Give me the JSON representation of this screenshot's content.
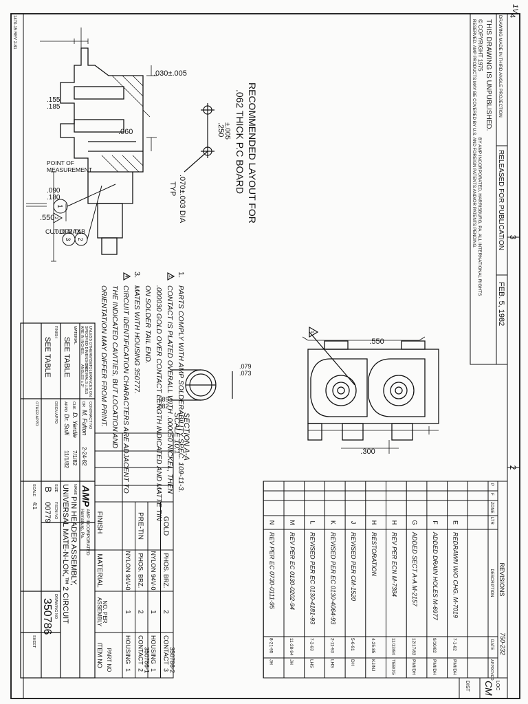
{
  "sheet": {
    "zone_numbers": {
      "z2": "2",
      "z3": "3",
      "z4": "4"
    },
    "loc": {
      "label": "LOC",
      "value": "CM",
      "dist": "DIST"
    },
    "ref_note": "750-232",
    "corner_note": "1V",
    "form_number": "1470-15 REV 2-81"
  },
  "header_block": {
    "projection_note": "DRAWING MADE IN THIRD ANGLE PROJECTION",
    "unpublished": "THIS DRAWING IS UNPUBLISHED.",
    "released": "RELEASED FOR PUBLICATION",
    "release_date": "FEB. 5, 1982",
    "copyright_line": "© COPYRIGHT 1975",
    "amp_line": "BY AMP INCORPORATED, HARRISBURG, PA.  ALL INTERNATIONAL RIGHTS",
    "reserved_line": "RESERVED.  AMP PRODUCTS MAY BE COVERED BY U.S. AND FOREIGN PATENTS AND/OR PATENTS PENDING."
  },
  "revisions": {
    "title": "REVISIONS",
    "headers": {
      "p": "P",
      "f": "F",
      "zone": "ZONE",
      "ltr": "LTR",
      "description": "DESCRIPTION",
      "date": "DATE",
      "approved": "APPROVED"
    },
    "rows": [
      {
        "ltr": "",
        "description": "",
        "date": "",
        "approved": ""
      },
      {
        "ltr": "E",
        "description": "REDRAWN W/O CHG.   M-7019",
        "date": "7-1-82",
        "approved": "PMI/DH"
      },
      {
        "ltr": "F",
        "description": "ADDED DRAIN HOLES   M-6977",
        "date": "9/10/82",
        "approved": "PMI/DH"
      },
      {
        "ltr": "G",
        "description": "ADDED SECT A-A   M-2157",
        "date": "12/17/83",
        "approved": "PMI/DH"
      },
      {
        "ltr": "H",
        "description": "REV PER ECN   M-7384",
        "date": "11/13/84",
        "approved": "TEB/JG"
      },
      {
        "ltr": "H",
        "description": "RESTORATION",
        "date": "4-25-85",
        "approved": "KJ/NJ"
      },
      {
        "ltr": "J",
        "description": "REVISED PER CM-1520",
        "date": "5-6-91",
        "approved": "DH"
      },
      {
        "ltr": "K",
        "description": "REVISED PER EC 0130-4064-93",
        "date": "2-11-93",
        "approved": "LHS"
      },
      {
        "ltr": "L",
        "description": "REVISED PER EC 0130-4181-93",
        "date": "7-2-93",
        "approved": "LHS"
      },
      {
        "ltr": "M",
        "description": "REV PER EC 0130-0202-94",
        "date": "11-28-94",
        "approved": "JH"
      },
      {
        "ltr": "N",
        "description": "REV PER EC 0730-0111-95",
        "date": "8-21-95",
        "approved": "JH"
      }
    ]
  },
  "notes": {
    "n1_num": "1.",
    "n1_a": "PARTS COMPLY WITH AMP SOLDERABILITY SPEC. 109-11-3.",
    "n2_a": "CONTACT IS PLATED OVERALL WITH .000050 NICKEL, THEN",
    "n2_b": ".000030 GOLD OVER CONTACT LENGTH INDICATED AND MATTE TIN",
    "n2_c": "ON SOLDER TAIL END.",
    "n3_num": "3.",
    "n3_a": "MATES WITH HOUSING 350777.",
    "n4_a": "CIRCUIT IDENTIFICATION CHARACTERS ARE ADJACENT TO",
    "n4_b": "THE INDICATED CAVITIES, BUT LOCATION AND",
    "n4_c": "ORIENTATION MAY DIFFER FROM PRINT."
  },
  "flags": {
    "f2": "2",
    "f4": "4",
    "f1": "1"
  },
  "dimensions": {
    "width_top": ".550",
    "pitch": ".300",
    "top_060": ".060",
    "tail": ".030±.005",
    "max_tab_a": ".010 MAX",
    "max_tab_b": "CUT-OFF TAB",
    "point_a": "POINT OF",
    "point_b": "MEASUREMENT",
    "d090": ".090",
    "d180": ".180",
    "d550": ".550",
    "d155": ".155",
    "d185": ".185",
    "callout_1": "1",
    "callout_23_a": "2",
    "callout_23_b": "3",
    "sec_079": ".079",
    "sec_073": ".073",
    "sec_089": ".089",
    "sec_082": ".082",
    "section_label": "SECTION A-A",
    "section_scale": "SCALE 10:1"
  },
  "layout_view": {
    "dia": ".070±.003 DIA",
    "typ": "TYP",
    "pitch_a": ".250",
    "pitch_b": "±.005",
    "rec_1": "RECOMMENDED LAYOUT FOR",
    "rec_2": ".062 THICK P.C BOARD"
  },
  "parts_table": {
    "rows": [
      {
        "finish": "GOLD",
        "finish_flag": "2",
        "material": "PHOS. BRZ.",
        "qty": "2",
        "item": "CONTACT",
        "item_no": "3",
        "part_no": "350786-2"
      },
      {
        "finish": "",
        "finish_flag": "",
        "material": "NYLON 94V-0",
        "qty": "1",
        "item": "HOUSING",
        "item_no": "1",
        "part_no": ""
      },
      {
        "finish": "PRE-TIN",
        "finish_flag": "",
        "material": "PHOS. BRZ.",
        "qty": "2",
        "item": "CONTACT",
        "item_no": "2",
        "part_no": "350786-1"
      },
      {
        "finish": "",
        "finish_flag": "",
        "material": "NYLON 94V-0",
        "qty": "1",
        "item": "HOUSING",
        "item_no": "1",
        "part_no": ""
      }
    ],
    "header": {
      "finish": "FINISH",
      "material": "MATERIAL",
      "per_assy_a": "NO. PER",
      "per_assy_b": "ASSEMBLY",
      "item": "ITEM NO",
      "part": "PART NO"
    }
  },
  "title_block": {
    "tol_1": "UNLESS OTHERWISE",
    "tol_2": "SPECIFIED DIMENSIONS",
    "tol_3": "ARE IN INCHES.",
    "tol_4": "TOLERANCES ON:",
    "tol_5": "DECIMALS ±.015",
    "tol_6": "ANGLES ± 2°",
    "contract_label": "CONTRACT NO",
    "dr_label": "DR",
    "dr_value": "M. Fulton",
    "dr_date": "2-24-82",
    "chk_label": "CHK",
    "chk_value": "D. Yerdle",
    "chk_date": "7/1/82",
    "appd_label": "APPD",
    "appd_value": "Dr. Sulli",
    "appd_date": "11/1/82",
    "dsgn_label": "DSGN APPD",
    "other_label": "OTHER APPD",
    "material_label": "MATERIAL",
    "material_value": "SEE TABLE",
    "finish_label": "FINISH",
    "finish_value": "SEE TABLE",
    "company_logo": "AMP",
    "company_1": "AMP INCORPORATED",
    "company_2": "Harrisburg, Pa.",
    "name_label": "NAME",
    "name_1": "PIN HEADER ASSEMBLY,",
    "name_2": "UNIVERSAL MATE-N-LOK,™ 2 CIRCUIT",
    "size_label": "SIZE",
    "size_value": "B",
    "fscm_label": "FSCM NO",
    "fscm_value": "00779",
    "drawing_label": "DRAWING NO",
    "drawing_value": "350786",
    "scale_label": "SCALE",
    "scale_value": "4:1",
    "sheet_label": "SHEET"
  }
}
